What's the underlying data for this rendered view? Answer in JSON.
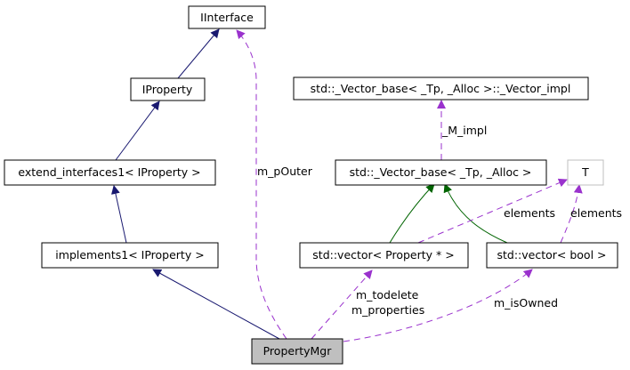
{
  "colors": {
    "inheritance_public": "#191970",
    "inheritance_template": "#006400",
    "usage": "#9a32cd",
    "template_param_border": "#bfbfbf",
    "focus_fill": "#bfbfbf"
  },
  "nodes": {
    "iinterface": "IInterface",
    "iproperty": "IProperty",
    "extend_interfaces1": "extend_interfaces1< IProperty >",
    "implements1": "implements1< IProperty >",
    "propertymgr": "PropertyMgr",
    "vector_impl": "std::_Vector_base< _Tp, _Alloc >::_Vector_impl",
    "vector_base": "std::_Vector_base< _Tp, _Alloc >",
    "template_t": "T",
    "vector_property_ptr": "std::vector< Property * >",
    "vector_bool": "std::vector< bool >"
  },
  "edge_labels": {
    "m_pouter": "m_pOuter",
    "m_impl": "_M_impl",
    "elements_1": "elements",
    "elements_2": "elements",
    "m_todelete": "m_todelete",
    "m_properties": "m_properties",
    "m_isowned": "m_isOwned"
  }
}
